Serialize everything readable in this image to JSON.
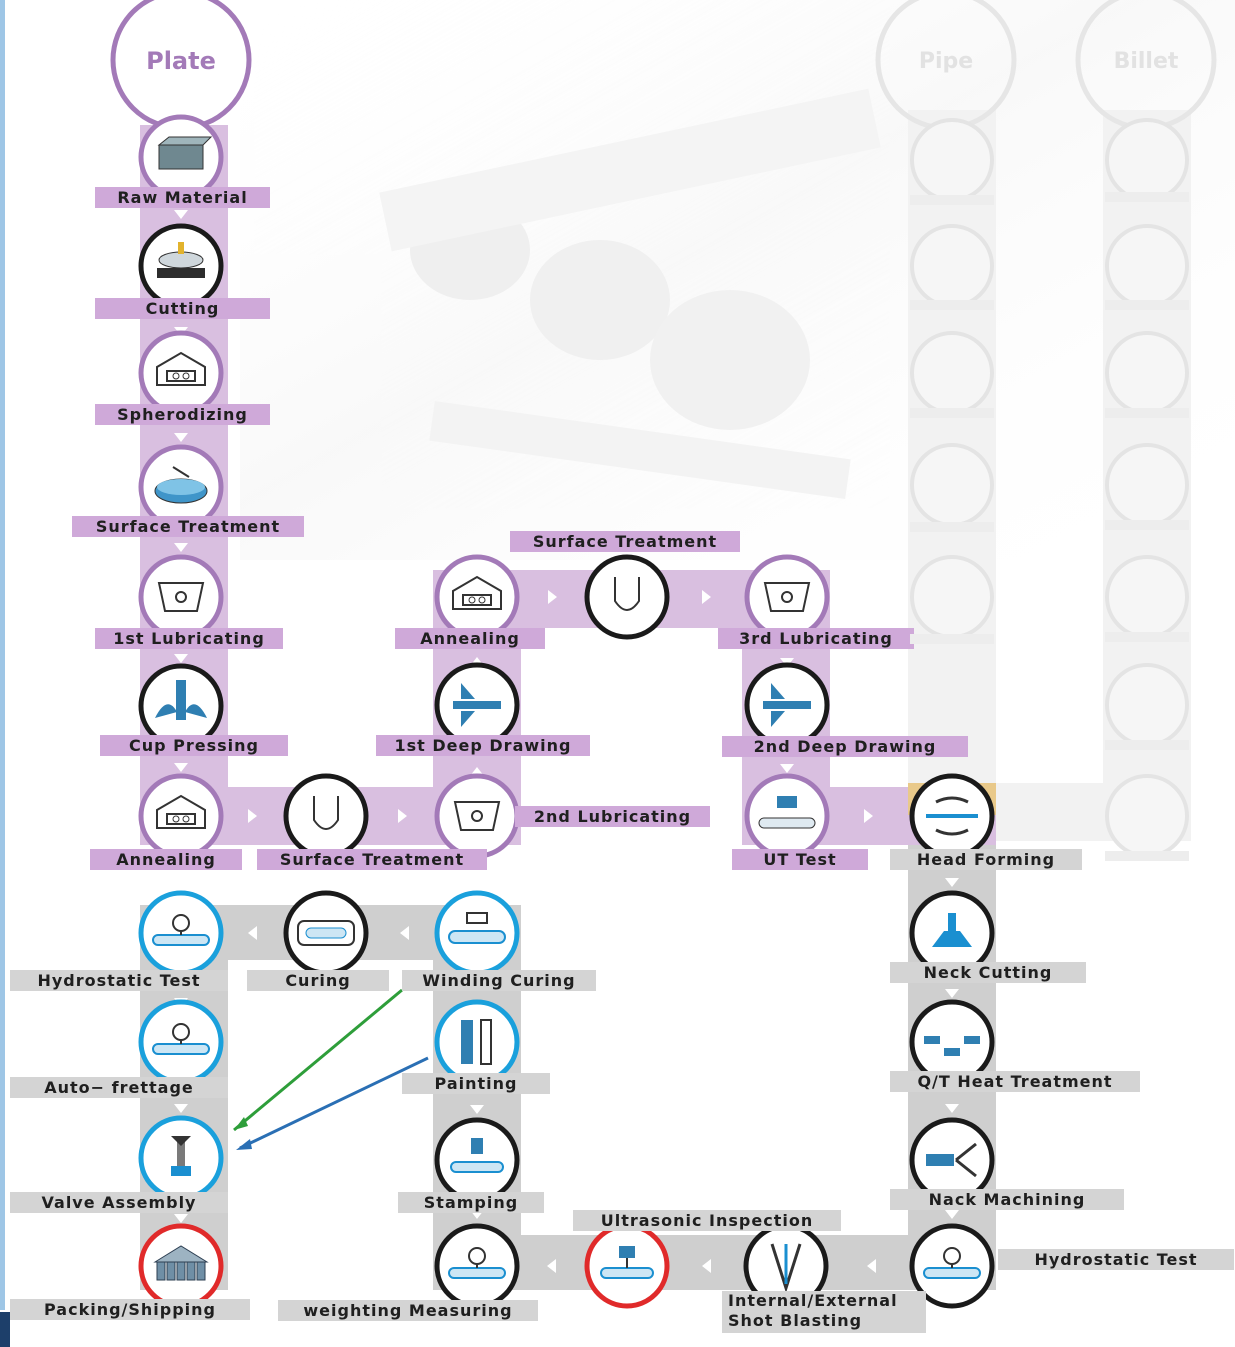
{
  "start": {
    "label": "Plate"
  },
  "ghost_starts": [
    "Pipe",
    "Billet"
  ],
  "plate_column": [
    "Raw Material",
    "Cutting",
    "Spherodizing",
    "Surface Treatment",
    "1st Lubricating",
    "Cup Pressing",
    "Annealing"
  ],
  "middle_loop": {
    "bottom_surface": "Surface Treatment",
    "second_lubricating": "2nd Lubricating",
    "first_deep_drawing": "1st Deep Drawing",
    "annealing": "Annealing",
    "top_surface": "Surface Treatment",
    "third_lubricating": "3rd Lubricating",
    "second_deep_drawing": "2nd Deep Drawing",
    "ut_test": "UT Test"
  },
  "right_column": [
    "Head Forming",
    "Neck Cutting",
    "Q/T Heat Treatment",
    "Nack Machining",
    "Hydrostatic Test"
  ],
  "bottom_row": {
    "shot_blasting": "Internal/External Shot Blasting",
    "ultrasonic": "Ultrasonic Inspection",
    "weighting": "weighting Measuring"
  },
  "center_column": [
    "Stamping",
    "Painting",
    "Winding Curing"
  ],
  "curing": "Curing",
  "final_column": [
    "Hydrostatic Test",
    "Auto− frettage",
    "Valve Assembly",
    "Packing/Shipping"
  ],
  "colors": {
    "purple_band": "#d9bfe0",
    "purple_label": "#cfa9d9",
    "purple_ring": "#a37ab8",
    "gray_band": "#cfcfcf",
    "black_ring": "#1a1a1a",
    "blue_ring": "#1aa0dc",
    "red_ring": "#e02a2a",
    "green_arrow": "#2e9e3a",
    "blue_arrow": "#2a6fb4",
    "ghost": "#e9e9e9"
  },
  "icons": {
    "raw_material": "steel-block-icon",
    "cutting": "cutting-machine-icon",
    "furnace": "furnace-icon",
    "bath": "bath-tank-icon",
    "lubricator": "lubricator-icon",
    "press": "press-icon",
    "u_shape": "u-cup-icon",
    "wrench": "wrench-icon",
    "gauge": "gauge-icon",
    "valve": "valve-icon",
    "packing": "packing-icon"
  }
}
